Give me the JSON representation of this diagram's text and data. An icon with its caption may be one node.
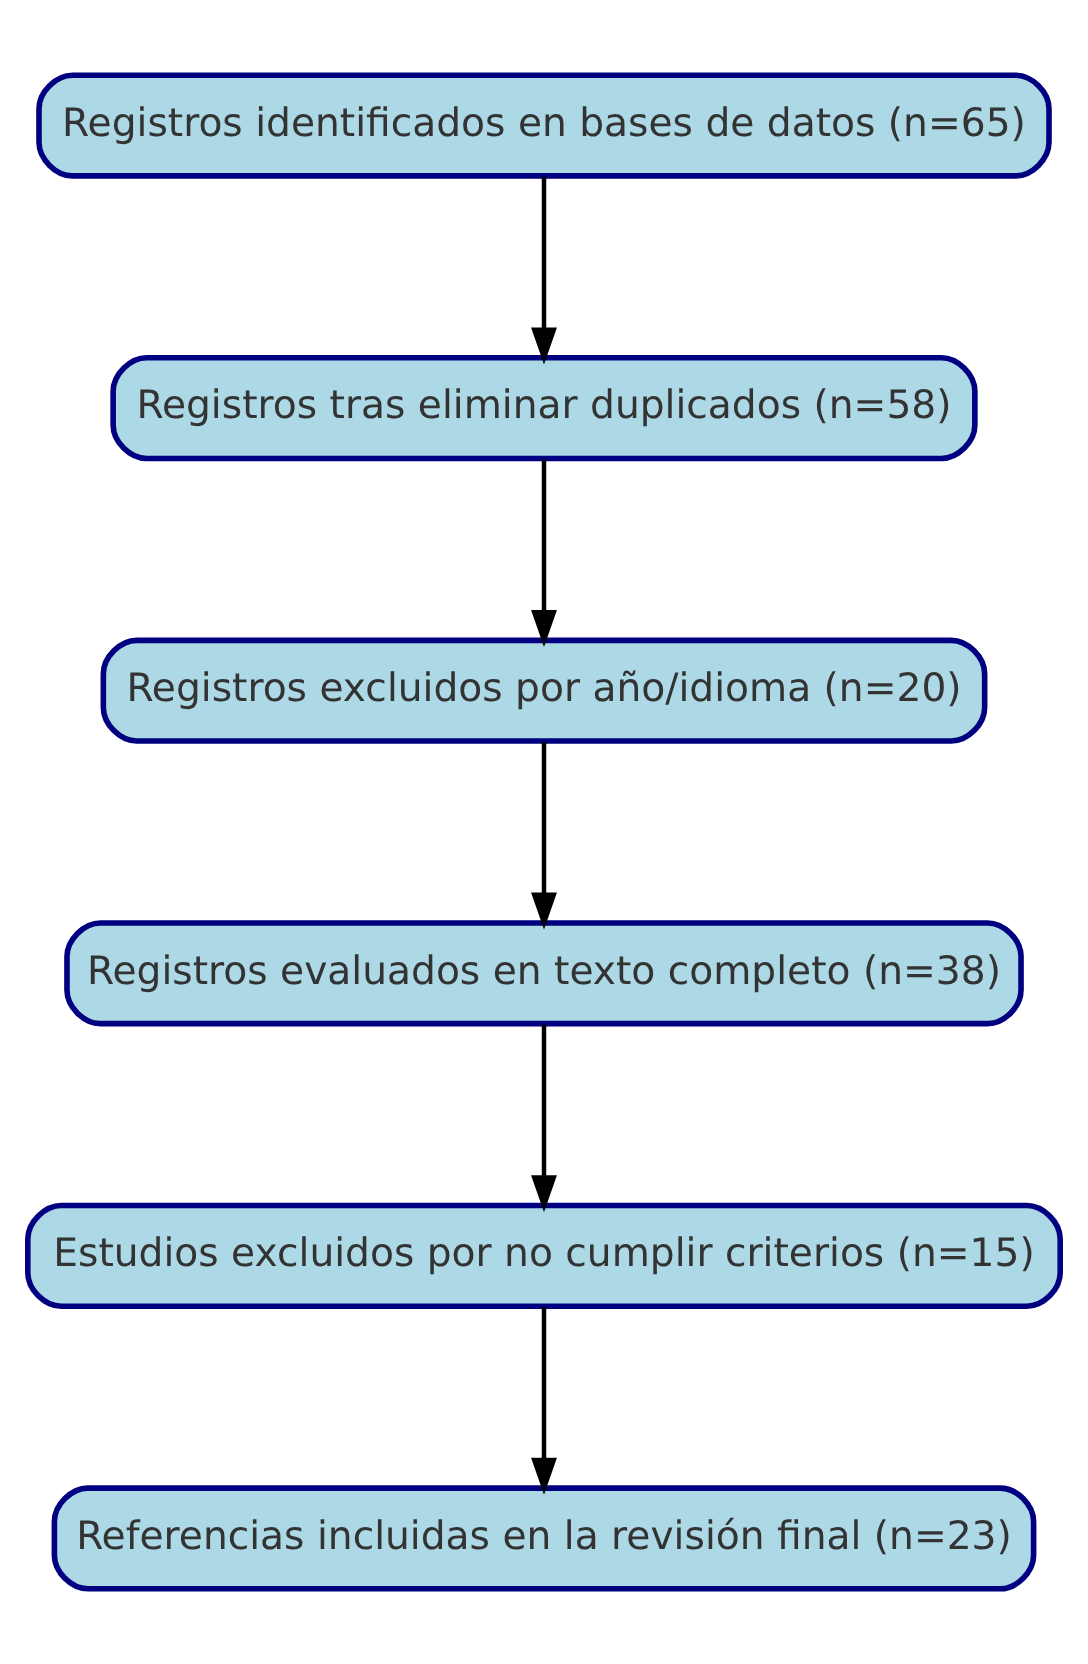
{
  "diagram": {
    "nodes": [
      {
        "text": [
          "Registros identificados en bases de datos (n=65)"
        ]
      },
      {
        "text": [
          "Registros tras eliminar duplicados (n=58)"
        ]
      },
      {
        "text": [
          "Registros excluidos por año/idioma (n=20)"
        ]
      },
      {
        "text": [
          "Registros evaluados en texto completo (n=38)"
        ]
      },
      {
        "text": [
          "Estudios excluidos por no cumplir criterios (n=15)"
        ]
      },
      {
        "text": [
          "Referencias incluidas en la revisión final (n=23)"
        ]
      }
    ],
    "edges": [
      {
        "from": 0,
        "to": 1,
        "arrow": "to"
      },
      {
        "from": 1,
        "to": 2,
        "arrow": "to"
      },
      {
        "from": 2,
        "to": 3,
        "arrow": "to"
      },
      {
        "from": 3,
        "to": 4,
        "arrow": "to"
      },
      {
        "from": 4,
        "to": 5,
        "arrow": "to"
      }
    ]
  }
}
